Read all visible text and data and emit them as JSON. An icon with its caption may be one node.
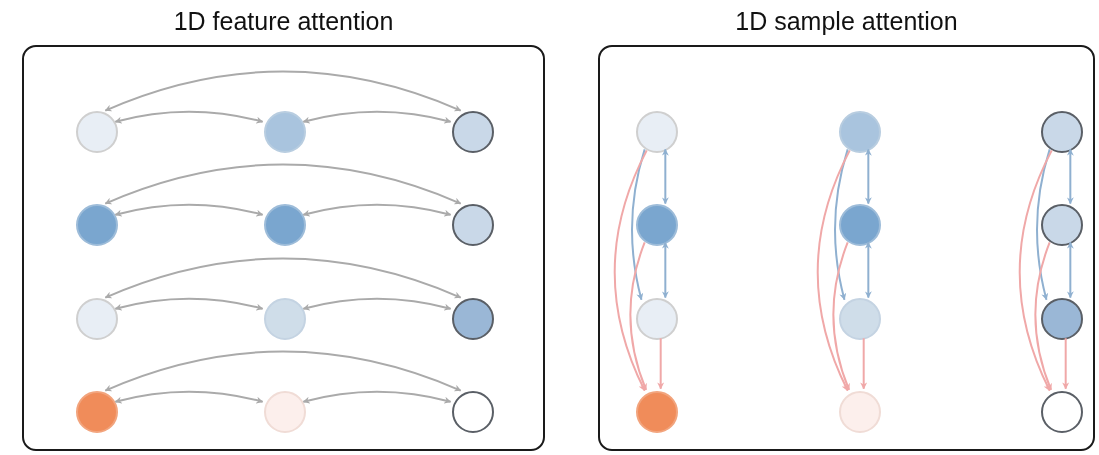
{
  "diagram": {
    "nodes": [
      {
        "text": [
          "1D feature attention"
        ]
      },
      {
        "text": [],
        "shape": "circle",
        "in": 0
      },
      {
        "text": [],
        "shape": "circle",
        "in": 0
      },
      {
        "text": [],
        "shape": "circle",
        "in": 0
      },
      {
        "text": [],
        "shape": "circle",
        "in": 0
      },
      {
        "text": [],
        "shape": "circle",
        "in": 0
      },
      {
        "text": [],
        "shape": "circle",
        "in": 0
      },
      {
        "text": [],
        "shape": "circle",
        "in": 0
      },
      {
        "text": [],
        "shape": "circle",
        "in": 0
      },
      {
        "text": [],
        "shape": "circle",
        "in": 0
      },
      {
        "text": [],
        "shape": "circle",
        "in": 0
      },
      {
        "text": [],
        "shape": "circle",
        "in": 0
      },
      {
        "text": [],
        "shape": "circle",
        "in": 0
      },
      {
        "text": [
          "1D sample attention"
        ]
      },
      {
        "text": [],
        "shape": "circle",
        "in": 13
      },
      {
        "text": [],
        "shape": "circle",
        "in": 13
      },
      {
        "text": [],
        "shape": "circle",
        "in": 13
      },
      {
        "text": [],
        "shape": "circle",
        "in": 13
      },
      {
        "text": [],
        "shape": "circle",
        "in": 13
      },
      {
        "text": [],
        "shape": "circle",
        "in": 13
      },
      {
        "text": [],
        "shape": "circle",
        "in": 13
      },
      {
        "text": [],
        "shape": "circle",
        "in": 13
      },
      {
        "text": [],
        "shape": "circle",
        "in": 13
      },
      {
        "text": [],
        "shape": "circle",
        "in": 13
      },
      {
        "text": [],
        "shape": "circle",
        "in": 13
      },
      {
        "text": [],
        "shape": "circle",
        "in": 13
      }
    ],
    "edges": [
      {
        "from": 1,
        "to": 3,
        "arrow": "both"
      },
      {
        "from": 1,
        "to": 2,
        "arrow": "both"
      },
      {
        "from": 2,
        "to": 3,
        "arrow": "both"
      },
      {
        "from": 4,
        "to": 6,
        "arrow": "both"
      },
      {
        "from": 4,
        "to": 5,
        "arrow": "both"
      },
      {
        "from": 5,
        "to": 6,
        "arrow": "both"
      },
      {
        "from": 7,
        "to": 9,
        "arrow": "both"
      },
      {
        "from": 7,
        "to": 8,
        "arrow": "both"
      },
      {
        "from": 8,
        "to": 9,
        "arrow": "both"
      },
      {
        "from": 10,
        "to": 12,
        "arrow": "both"
      },
      {
        "from": 10,
        "to": 11,
        "arrow": "both"
      },
      {
        "from": 11,
        "to": 12,
        "arrow": "both"
      },
      {
        "from": 14,
        "to": 17,
        "arrow": "both",
        "color": "#8fb0d0"
      },
      {
        "from": 17,
        "to": 20,
        "arrow": "both",
        "color": "#8fb0d0"
      },
      {
        "from": 14,
        "to": 20,
        "arrow": "to",
        "color": "#8fb0d0"
      },
      {
        "from": 14,
        "to": 23,
        "arrow": "to",
        "color": "#f0a8a8"
      },
      {
        "from": 17,
        "to": 23,
        "arrow": "to",
        "color": "#f0a8a8"
      },
      {
        "from": 20,
        "to": 23,
        "arrow": "to",
        "color": "#f0a8a8"
      },
      {
        "from": 15,
        "to": 18,
        "arrow": "both",
        "color": "#8fb0d0"
      },
      {
        "from": 18,
        "to": 21,
        "arrow": "both",
        "color": "#8fb0d0"
      },
      {
        "from": 15,
        "to": 21,
        "arrow": "to",
        "color": "#8fb0d0"
      },
      {
        "from": 15,
        "to": 24,
        "arrow": "to",
        "color": "#f0a8a8"
      },
      {
        "from": 18,
        "to": 24,
        "arrow": "to",
        "color": "#f0a8a8"
      },
      {
        "from": 21,
        "to": 24,
        "arrow": "to",
        "color": "#f0a8a8"
      },
      {
        "from": 16,
        "to": 19,
        "arrow": "both",
        "color": "#8fb0d0"
      },
      {
        "from": 19,
        "to": 22,
        "arrow": "both",
        "color": "#8fb0d0"
      },
      {
        "from": 16,
        "to": 22,
        "arrow": "to",
        "color": "#8fb0d0"
      },
      {
        "from": 16,
        "to": 25,
        "arrow": "to",
        "color": "#f0a8a8"
      },
      {
        "from": 19,
        "to": 25,
        "arrow": "to",
        "color": "#f0a8a8"
      },
      {
        "from": 22,
        "to": 25,
        "arrow": "to",
        "color": "#f0a8a8"
      }
    ]
  }
}
